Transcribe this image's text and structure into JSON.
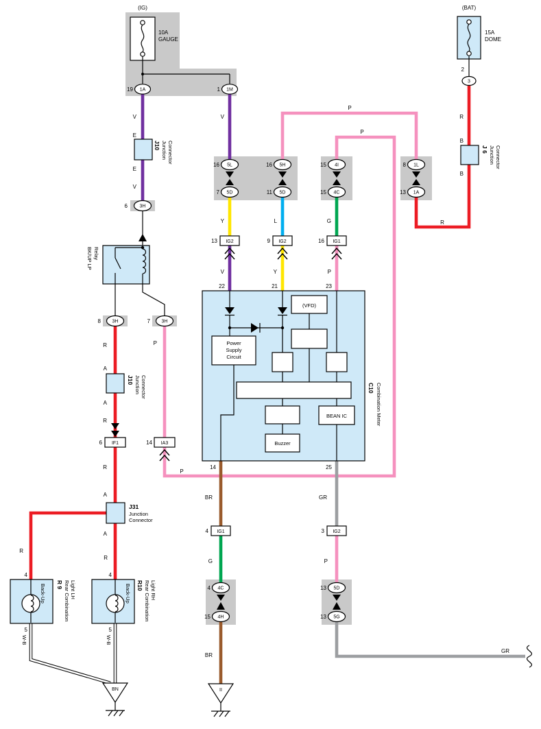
{
  "colors": {
    "violet": "#7030a0",
    "red": "#ec1c24",
    "pink": "#f591be",
    "yellow": "#ffe600",
    "blue": "#00aeef",
    "green": "#00a651",
    "brown": "#9a5b2d",
    "gray_wire": "#9c9ea1",
    "component_fill": "#cfe9f8",
    "connector_fill": "#c9c9c9"
  },
  "ig": {
    "label": "(IG)",
    "rating": "10A",
    "name": "GAUGE",
    "pinL_num": "19",
    "pinL_code": "1A",
    "pinR_num": "1",
    "pinR_code": "1M"
  },
  "bat": {
    "label": "(BAT)",
    "rating": "15A",
    "name": "DOME",
    "pin": "2",
    "code": "3"
  },
  "j10u": {
    "id": "J10",
    "n1": "Junction",
    "n2": "Connector",
    "above": "E",
    "below": "E",
    "wire_above": "V",
    "wire_below": "V"
  },
  "c3h_top": {
    "num": "6",
    "code": "3H"
  },
  "relay": {
    "n1": "BK/UP LP",
    "n2": "Relay"
  },
  "c3h_l": {
    "num": "8",
    "code": "3H"
  },
  "c3h_r": {
    "num": "7",
    "code": "3H"
  },
  "seg": {
    "r1": "R",
    "a1": "A",
    "a2": "A",
    "r2": "R",
    "r3": "R",
    "a3": "A",
    "a4": "A"
  },
  "j10l": {
    "id": "J10",
    "n1": "Junction",
    "n2": "Connector"
  },
  "if1": {
    "num": "6",
    "code": "IF1"
  },
  "j31": {
    "id": "J31",
    "n1": "Junction",
    "n2": "Connector"
  },
  "r9": {
    "id": "R 9",
    "n1": "Rear Combination",
    "n2": "Light LH",
    "bulb": "Back-Up",
    "wire": "R",
    "pin_top": "4",
    "pin_bot": "5",
    "wb": "W-B"
  },
  "r10": {
    "id": "R10",
    "n1": "Rear Combination",
    "n2": "Light RH",
    "bulb": "Back-Up",
    "wire": "R",
    "pin_top": "4",
    "pin_bot": "5",
    "wb": "W-B"
  },
  "gnd_bn": "BN",
  "col1": {
    "wire_top": "V",
    "t_num": "16",
    "t_code": "5L",
    "b_num": "7",
    "b_code": "5D",
    "wire_mid": "Y",
    "e_num": "13",
    "e_code": "IG2",
    "wire_bot": "V"
  },
  "col2": {
    "wire_top": "P",
    "t_num": "16",
    "t_code": "5H",
    "b_num": "11",
    "b_code": "5D",
    "wire_mid": "L",
    "e_num": "9",
    "e_code": "IG2",
    "wire_bot": "Y"
  },
  "col3": {
    "wire_top": "P",
    "t_num": "15",
    "t_code": "4I",
    "b_num": "15",
    "b_code": "4C",
    "wire_mid": "G",
    "e_num": "16",
    "e_code": "IG1",
    "wire_bot": "P"
  },
  "batrun": {
    "wire_v": "R",
    "b_above": "B",
    "b_below": "B",
    "t_num": "8",
    "t_code": "1L",
    "b_num": "13",
    "b_code": "1A",
    "wire_h": "R"
  },
  "j6": {
    "id": "J 6",
    "n1": "Junction",
    "n2": "Connector"
  },
  "meter": {
    "id": "C10",
    "name": "Combination Meter",
    "vfd": "(VFD)",
    "psc1": "Power",
    "psc2": "Supply",
    "psc3": "Circuit",
    "bean": "BEAN IC",
    "buzzer": "Buzzer",
    "p22": "22",
    "p21": "21",
    "p23": "23",
    "p14": "14",
    "p25": "25"
  },
  "outL": {
    "w1": "BR",
    "e_num": "4",
    "e_code": "IG1",
    "w2": "G",
    "t_num": "4",
    "t_code": "4C",
    "b_num": "15",
    "b_code": "4H",
    "w3": "BR",
    "gnd": "II"
  },
  "outR": {
    "w1": "GR",
    "e_num": "3",
    "e_code": "IG2",
    "w2": "P",
    "t_num": "13",
    "t_code": "5D",
    "b_num": "13",
    "b_code": "5G",
    "w3": "GR"
  },
  "pink": {
    "w_vert": "P",
    "c_num": "14",
    "c_code": "IA3",
    "w_horiz": "P"
  }
}
